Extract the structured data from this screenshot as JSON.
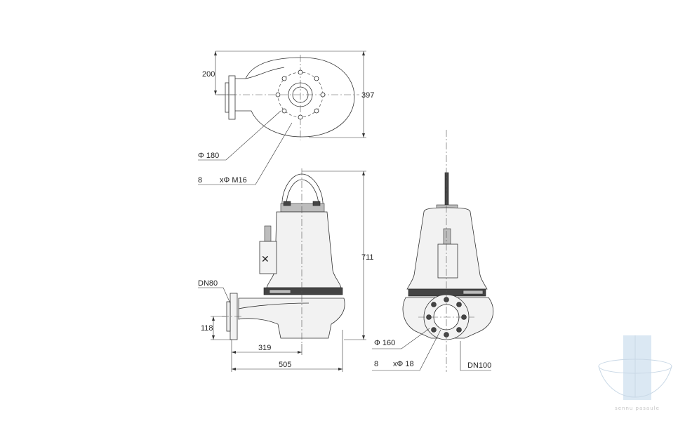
{
  "dimensions": {
    "top_offset": "200",
    "top_height": "397",
    "flange_circle": "Φ 180",
    "bolt_count_top": "8",
    "bolt_size_top": "xΦ M16",
    "inlet_label": "DN80",
    "total_height": "711",
    "inlet_height": "118",
    "inlet_distance": "319",
    "total_length": "505",
    "flange_circle_side": "Φ 160",
    "bolt_count_side": "8",
    "bolt_size_side": "xΦ 18",
    "outlet_label": "DN100"
  },
  "watermark": {
    "text": "sennu pasaule"
  },
  "colors": {
    "line": "#333333",
    "body_fill": "#f2f2f2",
    "dark_fill": "#444444",
    "watermark": "#c9d8e6"
  }
}
